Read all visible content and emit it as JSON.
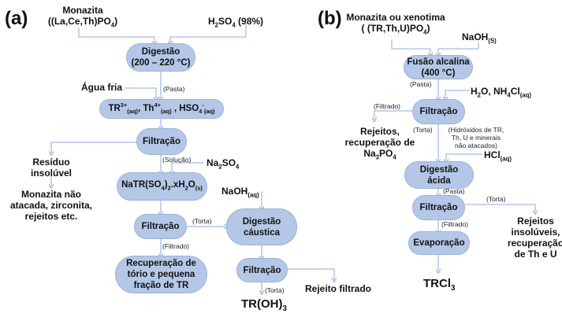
{
  "panel_a": {
    "label": "(a)",
    "inputs": {
      "monazita_line1": "Monazita",
      "monazita_line2_main": "((La,Ce,Th)PO",
      "monazita_line2_sub": "4",
      "monazita_line2_end": ")",
      "acid_pre": "H",
      "acid_sub1": "2",
      "acid_mid": "SO",
      "acid_sub2": "4",
      "acid_end": " (98%)",
      "cold_water": "Água fria",
      "na2so4_pre": "Na",
      "na2so4_sub1": "2",
      "na2so4_mid": "SO",
      "na2so4_sub2": "4",
      "naoh_main": "NaOH",
      "naoh_sub": "(aq)"
    },
    "nodes": {
      "digestion_line1": "Digestão",
      "digestion_line2": "(200 – 220 °C)",
      "ions": {
        "tr": "TR",
        "tr_sup": "3+",
        "tr_sub": "(aq)",
        "th": ", Th",
        "th_sup": "4+",
        "th_sub": "(aq)",
        "hso": " , HSO",
        "hso_sub4": "4",
        "hso_sup": "-",
        "hso_sub": "(aq)"
      },
      "filtration_1": "Filtração",
      "natr": {
        "a": "NaTR(SO",
        "s1": "4",
        "b": ")",
        "s2": "2",
        "c": ".xH",
        "s3": "2",
        "d": "O",
        "s4": "(s)"
      },
      "filtration_2": "Filtração",
      "recovery_line1": "Recuperação de",
      "recovery_line2": "tório e pequena",
      "recovery_line3": "fração de TR",
      "caustic_line1": "Digestão",
      "caustic_line2": "cáustica",
      "filtration_3": "Filtração"
    },
    "edge_labels": {
      "pasta": "(Pasta)",
      "solucao": "(Solução)",
      "torta_1": "(Torta)",
      "filtrado": "(Filtrado)",
      "torta_2": "(Torta)"
    },
    "outputs": {
      "residue_line1": "Resíduo",
      "residue_line2": "insolúvel",
      "monazite_line1": "Monazita não",
      "monazite_line2": "atacada, zirconita,",
      "monazite_line3": "rejeitos etc.",
      "rejeito_filtrado": "Rejeito filtrado",
      "troh_main": "TR(OH)",
      "troh_sub": "3"
    }
  },
  "panel_b": {
    "label": "(b)",
    "inputs": {
      "ore_line1": "Monazita ou xenotima",
      "ore_line2_main": "( (TR,Th,U)PO",
      "ore_line2_sub": "4",
      "ore_line2_end": ")",
      "naoh_main": "NaOH",
      "naoh_sub": "(S)",
      "water": {
        "a": "H",
        "s1": "2",
        "b": "O, NH",
        "s2": "4",
        "c": "Cl",
        "s3": "(aq)"
      },
      "hcl_main": "HCl",
      "hcl_sub": "(aq)"
    },
    "nodes": {
      "fusion_line1": "Fusão alcalina",
      "fusion_line2": "(400 °C)",
      "filtration_1": "Filtração",
      "acid_line1": "Digestão",
      "acid_line2": "ácida",
      "filtration_2": "Filtração",
      "evaporation": "Evaporação"
    },
    "edge_labels": {
      "pasta_1": "(Pasta)",
      "filtrado_1": "(Filtrado)",
      "torta_1": "(Torta)",
      "hydroxides_line1": "(Hidróxidos de TR,",
      "hydroxides_line2": "Th, U e minerais",
      "hydroxides_line3": "não atacados)",
      "pasta_2": "(Pasta)",
      "torta_2": "(Torta)",
      "filtrado_2": "(Filtrado)"
    },
    "outputs": {
      "rejeitos_line1": "Rejeitos,",
      "rejeitos_line2": "recuperação de",
      "na3po4": {
        "a": "Na",
        "s1": "3",
        "b": "PO",
        "s2": "4"
      },
      "insol_line1": "Rejeitos",
      "insol_line2": "insolúveis,",
      "insol_line3": "recuperação",
      "insol_line4": "de Th e U",
      "trcl_main": "TRCl",
      "trcl_sub": "3"
    }
  },
  "colors": {
    "node_fill": "#b4c7e7",
    "line": "#8faadc"
  }
}
